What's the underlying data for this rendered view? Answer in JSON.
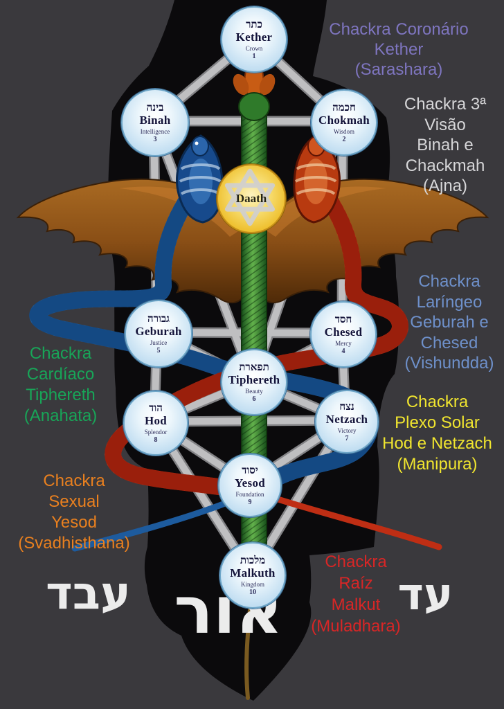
{
  "colors": {
    "background": "#3a393d",
    "panel": "#0b0a0c",
    "beam": "#bcbcbe",
    "node_fill": "#c3dff2",
    "node_border": "#6ea6c8",
    "node_text": "#14143a",
    "daath_fill": "#efc233",
    "star": "#cfcfd2",
    "serpent_blue": "#1d5b9e",
    "serpent_red": "#bf2e14",
    "column_green": "#5fae4a",
    "wing_brown": "#8a4f16"
  },
  "nodes": [
    {
      "id": "kether",
      "hebrew": "כתר",
      "name": "Kether",
      "attribute": "Crown",
      "number": "1"
    },
    {
      "id": "binah",
      "hebrew": "בינה",
      "name": "Binah",
      "attribute": "Intelligence",
      "number": "3"
    },
    {
      "id": "chokmah",
      "hebrew": "חכמה",
      "name": "Chokmah",
      "attribute": "Wisdom",
      "number": "2"
    },
    {
      "id": "daath",
      "hebrew": "",
      "name": "Daath",
      "attribute": "",
      "number": ""
    },
    {
      "id": "geburah",
      "hebrew": "גבורה",
      "name": "Geburah",
      "attribute": "Justice",
      "number": "5"
    },
    {
      "id": "chesed",
      "hebrew": "חסד",
      "name": "Chesed",
      "attribute": "Mercy",
      "number": "4"
    },
    {
      "id": "tiphereth",
      "hebrew": "תפארת",
      "name": "Tiphereth",
      "attribute": "Beauty",
      "number": "6"
    },
    {
      "id": "hod",
      "hebrew": "הוד",
      "name": "Hod",
      "attribute": "Splendor",
      "number": "8"
    },
    {
      "id": "netzach",
      "hebrew": "נצח",
      "name": "Netzach",
      "attribute": "Victory",
      "number": "7"
    },
    {
      "id": "yesod",
      "hebrew": "יסוד",
      "name": "Yesod",
      "attribute": "Foundation",
      "number": "9"
    },
    {
      "id": "malkuth",
      "hebrew": "מלכות",
      "name": "Malkuth",
      "attribute": "Kingdom",
      "number": "10"
    }
  ],
  "labels": [
    {
      "id": "coronario",
      "color": "#7e75bf",
      "lines": [
        "Chackra Coronário",
        "Kether",
        "(Sarashara)"
      ]
    },
    {
      "id": "ajna",
      "color": "#d6d6d8",
      "lines": [
        "Chackra 3ª",
        "Visão",
        "Binah e",
        "Chackmah",
        "(Ajna)"
      ]
    },
    {
      "id": "vishuddha",
      "color": "#6e90ca",
      "lines": [
        "Chackra",
        "Laríngeo",
        "Geburah e",
        "Chesed",
        "(Vishundda)"
      ]
    },
    {
      "id": "anahata",
      "color": "#18a558",
      "lines": [
        "Chackra",
        "Cardíaco",
        "Tiphereth",
        "(Anahata)"
      ]
    },
    {
      "id": "manipura",
      "color": "#f0e52f",
      "lines": [
        "Chackra",
        "Plexo Solar",
        "Hod e Netzach",
        "(Manipura)"
      ]
    },
    {
      "id": "svadhisthana",
      "color": "#e9801f",
      "lines": [
        "Chackra",
        "Sexual",
        "Yesod",
        "(Svadhisthana)"
      ]
    },
    {
      "id": "muladhara",
      "color": "#d82626",
      "lines": [
        "Chackra",
        "Raíz",
        "Malkut",
        "(Muladhara)"
      ]
    }
  ],
  "bottom_words": [
    {
      "text": "עבד"
    },
    {
      "text": "אור"
    },
    {
      "text": "עד"
    }
  ]
}
